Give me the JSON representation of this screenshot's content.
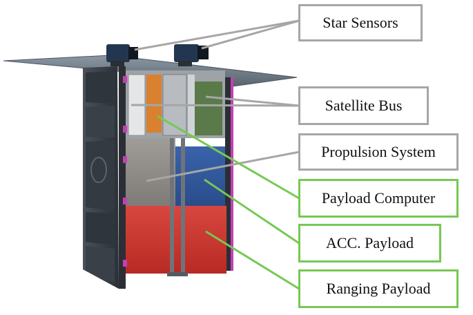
{
  "labels": {
    "star_sensors": "Star Sensors",
    "satellite_bus": "Satellite Bus",
    "propulsion_system": "Propulsion System",
    "payload_computer": "Payload Computer",
    "acc_payload": "ACC. Payload",
    "ranging_payload": "Ranging Payload"
  },
  "colors": {
    "leader_gray": "#a6a6a6",
    "leader_green": "#76c852",
    "propulsion": "#8e8a86",
    "acc_payload": "#2f5597",
    "ranging_payload": "#c9302a",
    "payload_computer": "#d9812e",
    "solar_panel": "#6f7d88",
    "frame": "#3a3f46",
    "accent_magenta": "#c23fb5"
  }
}
